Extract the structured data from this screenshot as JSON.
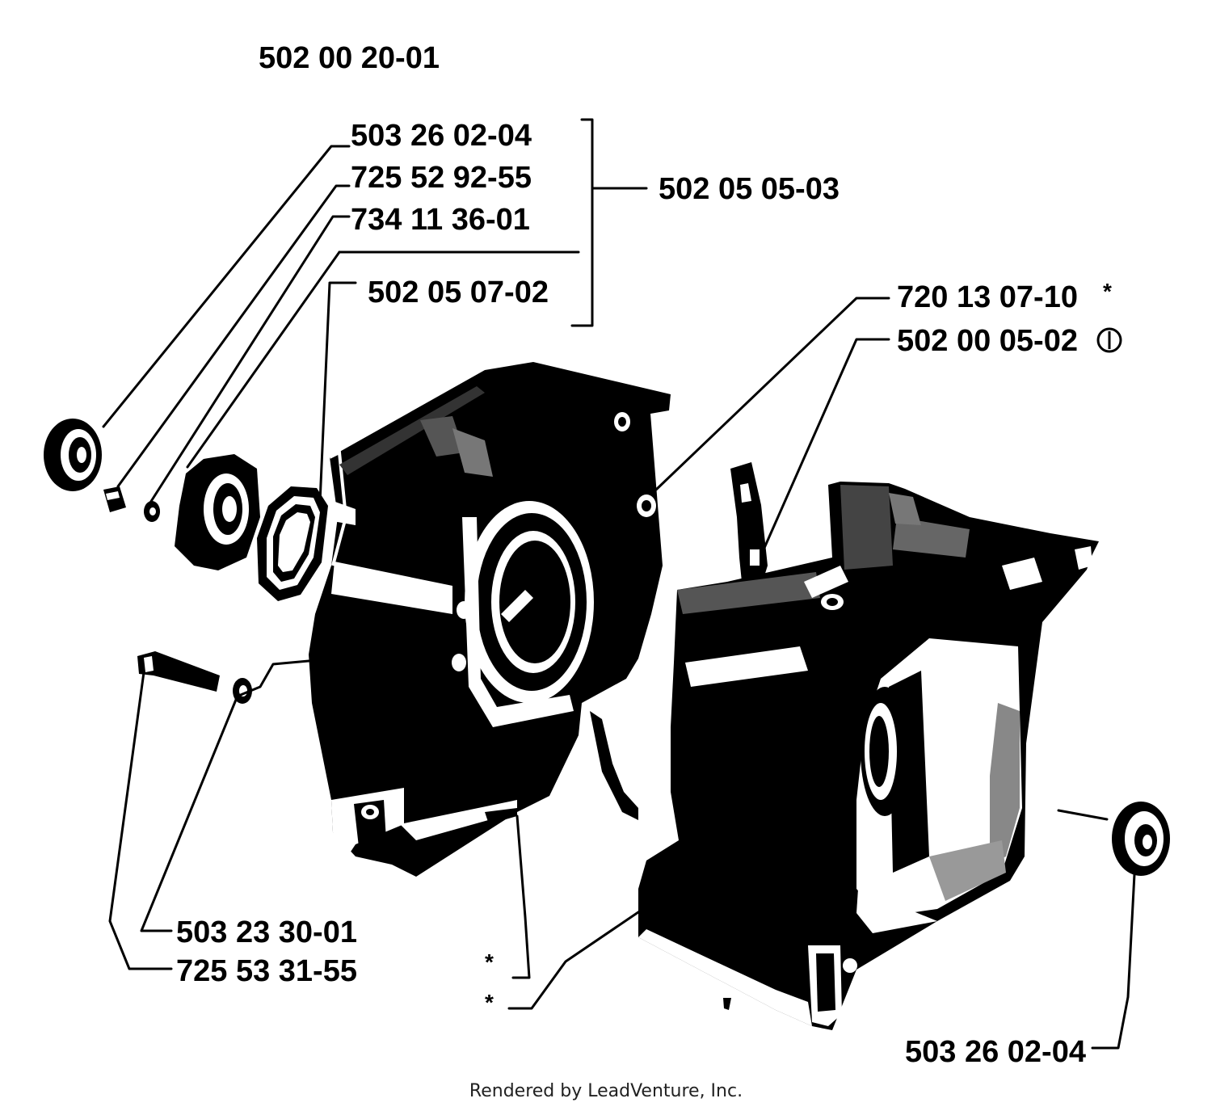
{
  "labels": {
    "assembly_top": "502 00 20-01",
    "seal_left": "503 26 02-04",
    "screw_small": "725 52 92-55",
    "washer_small": "734 11 36-01",
    "gasket": "502 05 07-02",
    "group": "502 05 05-03",
    "pin": "720 13 07-10",
    "pin_mark": "*",
    "crankcase": "502 00 05-02",
    "screw_long": "503 23 30-01",
    "washer_long": "725 53 31-55",
    "star_a": "*",
    "star_b": "*",
    "seal_right": "503 26 02-04"
  },
  "footer": {
    "text": "Rendered by LeadVenture, Inc."
  }
}
